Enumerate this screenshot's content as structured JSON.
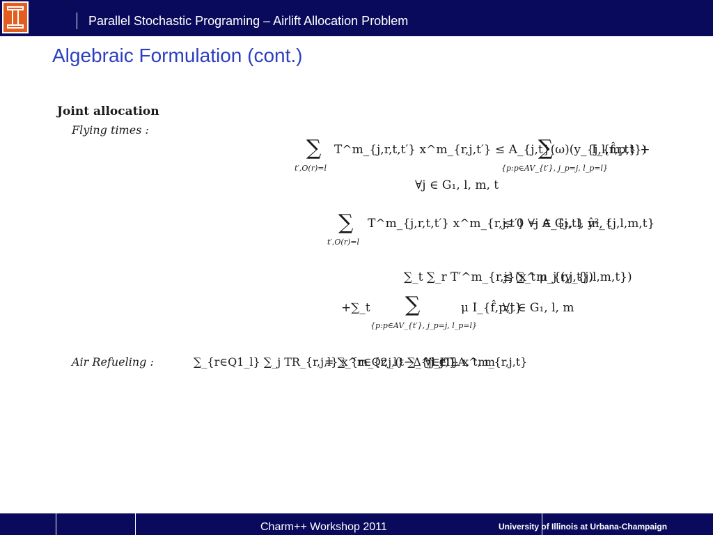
{
  "header": {
    "title": "Parallel Stochastic Programing – Airlift Allocation Problem",
    "logo_icon": "illinois-block-i-icon",
    "logo_color": "#e25d1e"
  },
  "slide": {
    "title": "Algebraic Formulation (cont.)"
  },
  "formulation": {
    "section_label": "Joint allocation",
    "flying_times_label": "Flying times :",
    "air_refueling_label": "Air Refueling :",
    "eq1": {
      "sum1_sub": "t′,O(r)=l",
      "lhs": "T^m_{j,r,t,t′} x^m_{r,j,t′} ≤ A_{j,t}(ω)(y_{j,l,m,t} +",
      "sum2_sub": "{p:p∈AV_{t′}, j_p=j, l_p=l}",
      "rhs": "I_{f̂,p,t})",
      "quantifier": "∀j ∈ G₁, l, m, t"
    },
    "eq2": {
      "sum_sub": "t′,O(r)=l",
      "lhs": "T^m_{j,r,t,t′} x^m_{r,j,t′} − A_{j,t} ŷ²_{j,l,m,t}",
      "rhs": "≤ 0   ∀j ∈ G₂, l, m, t"
    },
    "eq3": {
      "line1_left": "∑_t ∑_r T′^m_{r,j}(x^m_{r,j,t})",
      "line1_right": "≤ ∑_t μ_j (y_{j,l,m,t})",
      "line2_prefix": "+∑_t",
      "line2_sum_sub": "{p:p∈AV_{t′}, j_p=j, l_p=l}",
      "line2_term": "μ I_{f̂,p,t}",
      "quantifier": "∀j ∈ G₁, l, m"
    },
    "eq4": {
      "lhs": "∑_{r∈Q1_l} ∑_j TR_{r,j,l} x^m_{r,j,(t−Δ^j_r)}",
      "rhs": "= ∑_{r∈Q2_l} ∑_{j∈JT} x^m_{r,j,t}",
      "quantifier": "∀l ∈ LA, t, m"
    }
  },
  "footer": {
    "center": "Charm++ Workshop 2011",
    "right": "University of Illinois at Urbana-Champaign"
  }
}
